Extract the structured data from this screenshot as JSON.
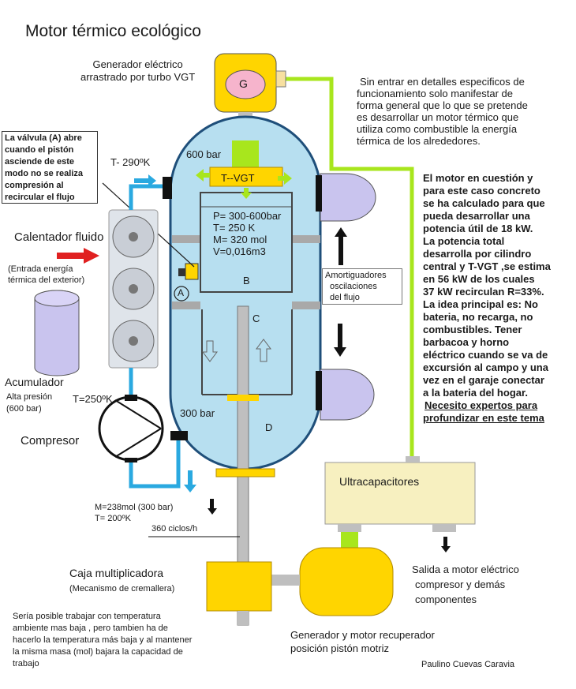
{
  "title": "Motor térmico ecológico",
  "generator_label": [
    "Generador eléctrico",
    "arrastrado por turbo VGT"
  ],
  "generator_symbol": "G",
  "intro_text": [
    "Sin entrar en detalles especificos de",
    "funcionamiento solo manifestar de",
    "forma general que lo que se pretende",
    "es desarrollar un motor térmico que",
    "utiliza como combustible la energía",
    "térmica de los alrededores."
  ],
  "valve_note": [
    "La válvula (A) abre",
    "cuando el pistón",
    "asciende de este",
    "modo no se realiza",
    "compresión al",
    "recircular el flujo"
  ],
  "temp_top": "T- 290ºK",
  "pressure_top": "600 bar",
  "turbo_label": "T--VGT",
  "chamber": {
    "p": "P= 300-600bar",
    "t": "T= 250 K",
    "m": "M= 320 mol",
    "v": "V=0,016m3"
  },
  "label_A": "A",
  "label_B": "B",
  "label_C": "C",
  "label_D": "D",
  "pressure_bottom": "300 bar",
  "heater_label": "Calentador fluido",
  "heater_sub": [
    "(Entrada  energía",
    "térmica del exterior)"
  ],
  "accumulator_label": "Acumulador",
  "accumulator_sub": [
    "Alta presión",
    "(600 bar)"
  ],
  "temp_250": "T=250ºK",
  "compressor_label": "Compresor",
  "low_state": [
    "M=238mol (300 bar)",
    "T= 200ºK"
  ],
  "cycles": "360 ciclos/h",
  "damper_label": [
    "Amortiguadores",
    "oscilaciones",
    "del flujo"
  ],
  "motor_text": [
    "El motor en cuestión y",
    "para este caso concreto",
    "se ha calculado para que",
    "pueda desarrollar una",
    "potencia útil de 18 kW.",
    "La potencia total",
    "desarrolla por cilindro",
    "central y T-VGT ,se estima",
    "en 56 kW de los cuales",
    "37 kW recirculan R=33%.",
    "La idea principal es: No",
    "bateria, no recarga, no",
    "combustibles. Tener",
    "barbacoa y horno",
    "eléctrico cuando se va de",
    "excursión al campo y una",
    "vez en el garaje conectar",
    "a la bateria del hogar."
  ],
  "experts_1": "Necesito expertos para",
  "experts_2": "profundizar en este tema",
  "ultracap_label": "Ultracapacitores",
  "gearbox_label": "Caja multiplicadora",
  "gearbox_sub": "(Mecanismo de cremallera)",
  "outlet_label": [
    "Salida a motor eléctrico",
    "compresor y demás",
    "componentes"
  ],
  "bottom_note": [
    "Sería posible trabajar con temperatura",
    "ambiente mas baja , pero tambien ha de",
    "hacerlo la temperatura más baja y al mantener",
    "la misma masa (mol) bajara la capacidad de",
    "trabajo"
  ],
  "recuperator_label": [
    "Generador y motor recuperador",
    "posición pistón motriz"
  ],
  "author": "Paulino Cuevas Caravia",
  "colors": {
    "vessel": "#b7dff0",
    "yellow": "#ffd500",
    "piston_green": "#a8e61d",
    "purple": "#c9c4ee",
    "pipe_blue": "#2aa9e0",
    "gray": "#bfbfbf",
    "red_arrow": "#e02020"
  }
}
